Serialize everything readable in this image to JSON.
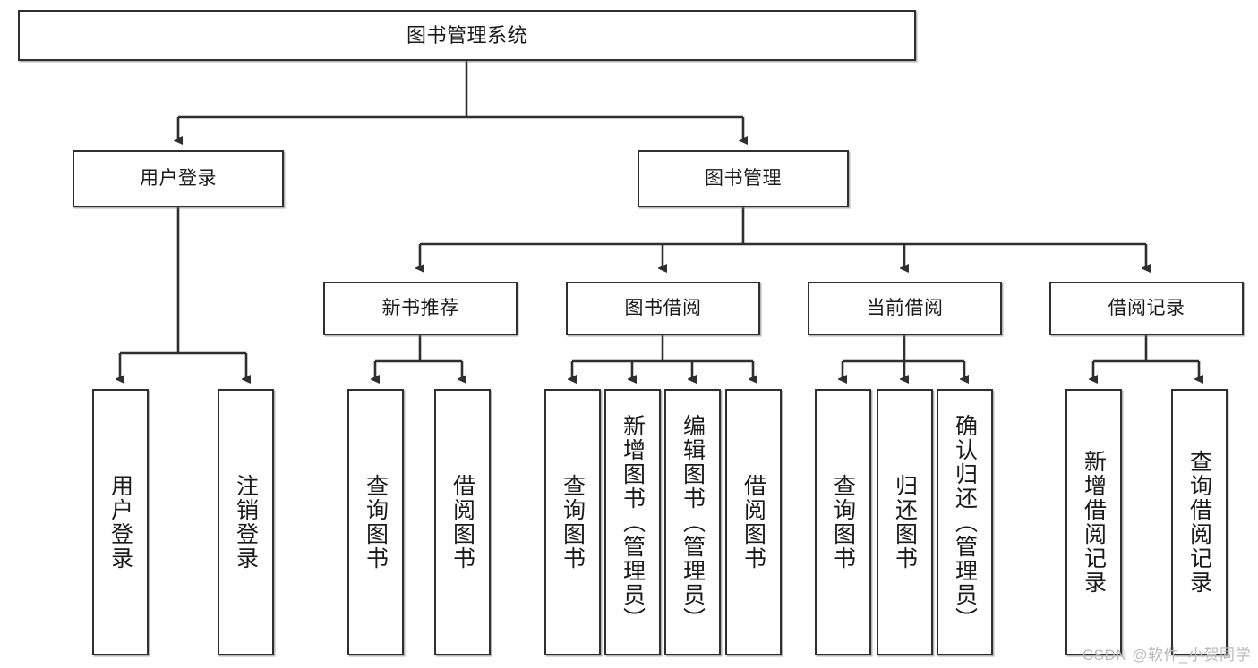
{
  "diagram": {
    "title": "图书管理系统",
    "watermark": "CSDN @软件_小贺同学",
    "line_color": "#2f2f2f",
    "box_fill": "#ffffff",
    "text_color": "#1a1a1a"
  },
  "nodes": {
    "root": {
      "label": "图书管理系统"
    },
    "level2": [
      {
        "label": "用户登录"
      },
      {
        "label": "图书管理"
      }
    ],
    "level3": [
      {
        "label": "新书推荐"
      },
      {
        "label": "图书借阅"
      },
      {
        "label": "当前借阅"
      },
      {
        "label": "借阅记录"
      }
    ],
    "leaves": {
      "user_login": [
        {
          "label": "用户登录"
        },
        {
          "label": "注销登录"
        }
      ],
      "new_book": [
        {
          "label": "查询图书"
        },
        {
          "label": "借阅图书"
        }
      ],
      "book_borrow": [
        {
          "label": "查询图书"
        },
        {
          "label": "新增图书（管理员）"
        },
        {
          "label": "编辑图书（管理员）"
        },
        {
          "label": "借阅图书"
        }
      ],
      "current_borrow": [
        {
          "label": "查询图书"
        },
        {
          "label": "归还图书"
        },
        {
          "label": "确认归还（管理员）"
        }
      ],
      "borrow_record": [
        {
          "label": "新增借阅记录"
        },
        {
          "label": "查询借阅记录"
        }
      ]
    }
  }
}
